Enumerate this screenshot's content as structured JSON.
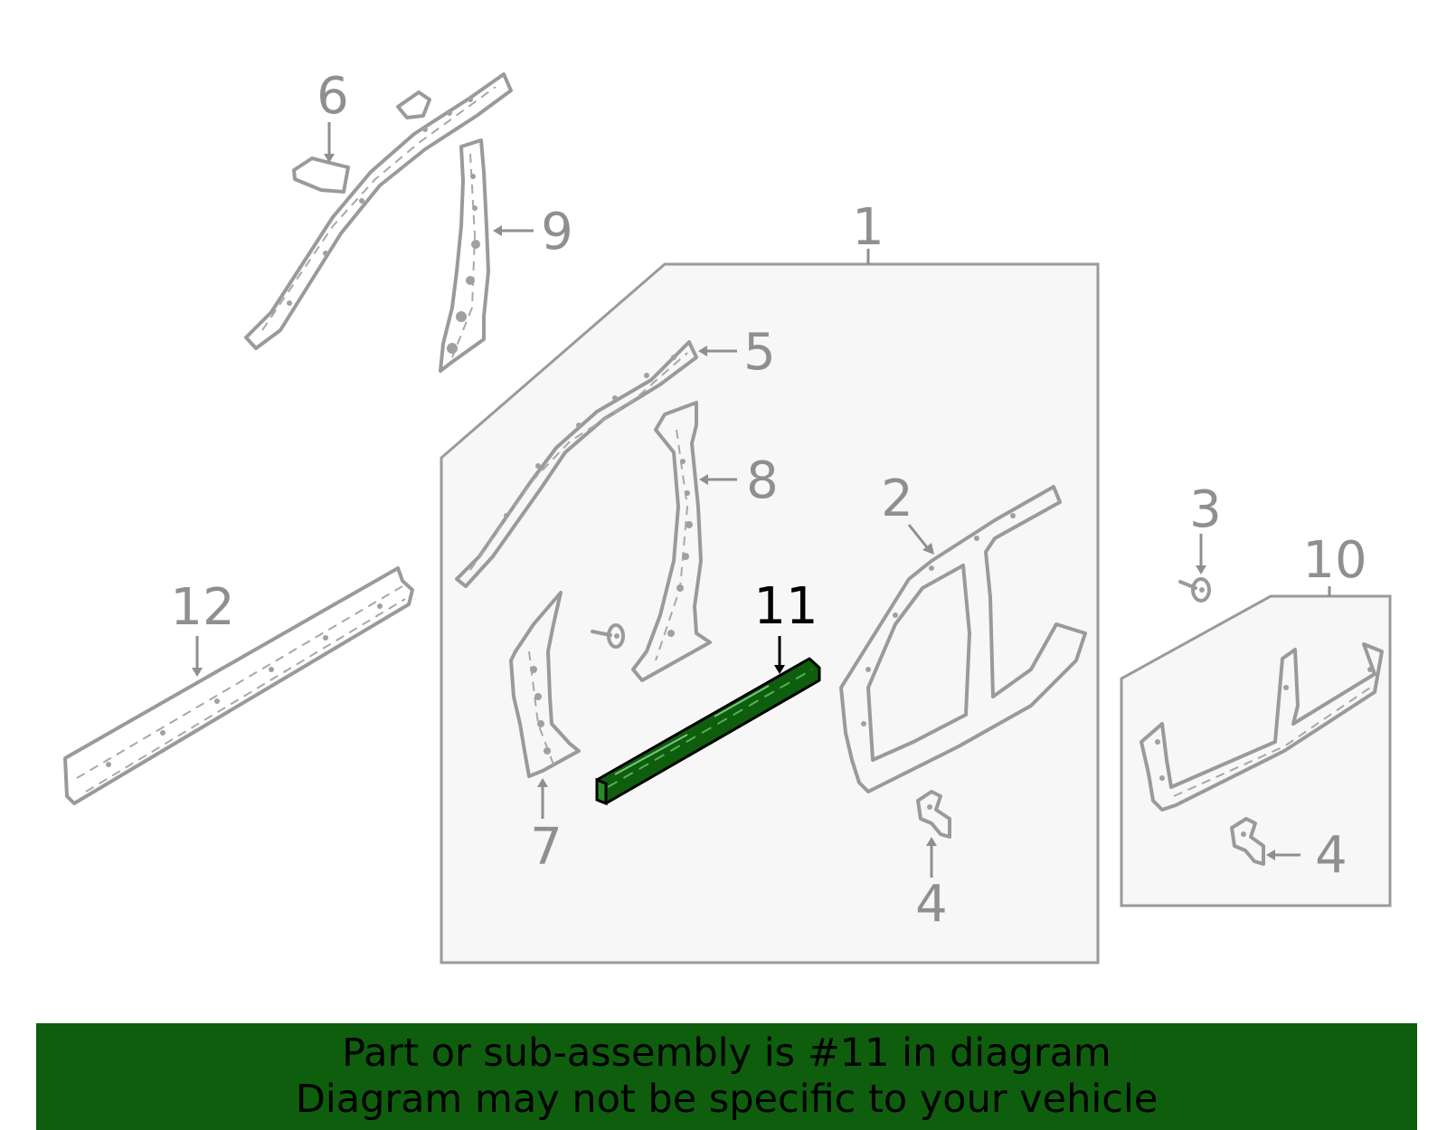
{
  "callouts": {
    "c1": "1",
    "c2": "2",
    "c3": "3",
    "c4a": "4",
    "c4b": "4",
    "c5": "5",
    "c6": "6",
    "c7": "7",
    "c8": "8",
    "c9": "9",
    "c10": "10",
    "c11": "11",
    "c12": "12"
  },
  "highlight": {
    "part_number": "11",
    "color": "#0e5e0e"
  },
  "colors": {
    "line": "#9a9a9a",
    "box_fill": "#f7f7f7",
    "banner": "#0e5e0e"
  },
  "banner": {
    "line1": "Part or sub-assembly is #11 in diagram",
    "line2": "Diagram may not be specific to your vehicle"
  }
}
